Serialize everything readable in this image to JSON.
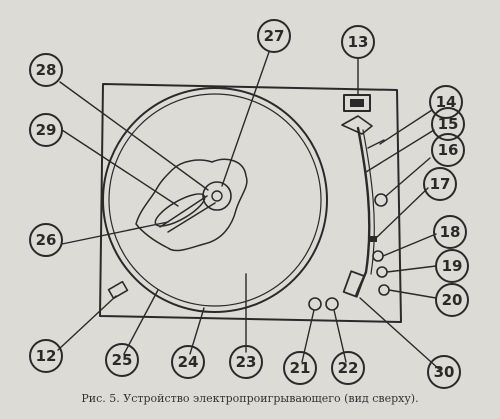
{
  "caption": "Рис. 5. Устройство электропроигрывающего (вид сверху).",
  "callouts": [
    {
      "id": "c27",
      "label": "27"
    },
    {
      "id": "c13",
      "label": "13"
    },
    {
      "id": "c28",
      "label": "28"
    },
    {
      "id": "c14",
      "label": "14"
    },
    {
      "id": "c15",
      "label": "15"
    },
    {
      "id": "c29",
      "label": "29"
    },
    {
      "id": "c16",
      "label": "16"
    },
    {
      "id": "c17",
      "label": "17"
    },
    {
      "id": "c26",
      "label": "26"
    },
    {
      "id": "c18",
      "label": "18"
    },
    {
      "id": "c19",
      "label": "19"
    },
    {
      "id": "c20",
      "label": "20"
    },
    {
      "id": "c12",
      "label": "12"
    },
    {
      "id": "c25",
      "label": "25"
    },
    {
      "id": "c24",
      "label": "24"
    },
    {
      "id": "c23",
      "label": "23"
    },
    {
      "id": "c21",
      "label": "21"
    },
    {
      "id": "c22",
      "label": "22"
    },
    {
      "id": "c30",
      "label": "30"
    }
  ]
}
